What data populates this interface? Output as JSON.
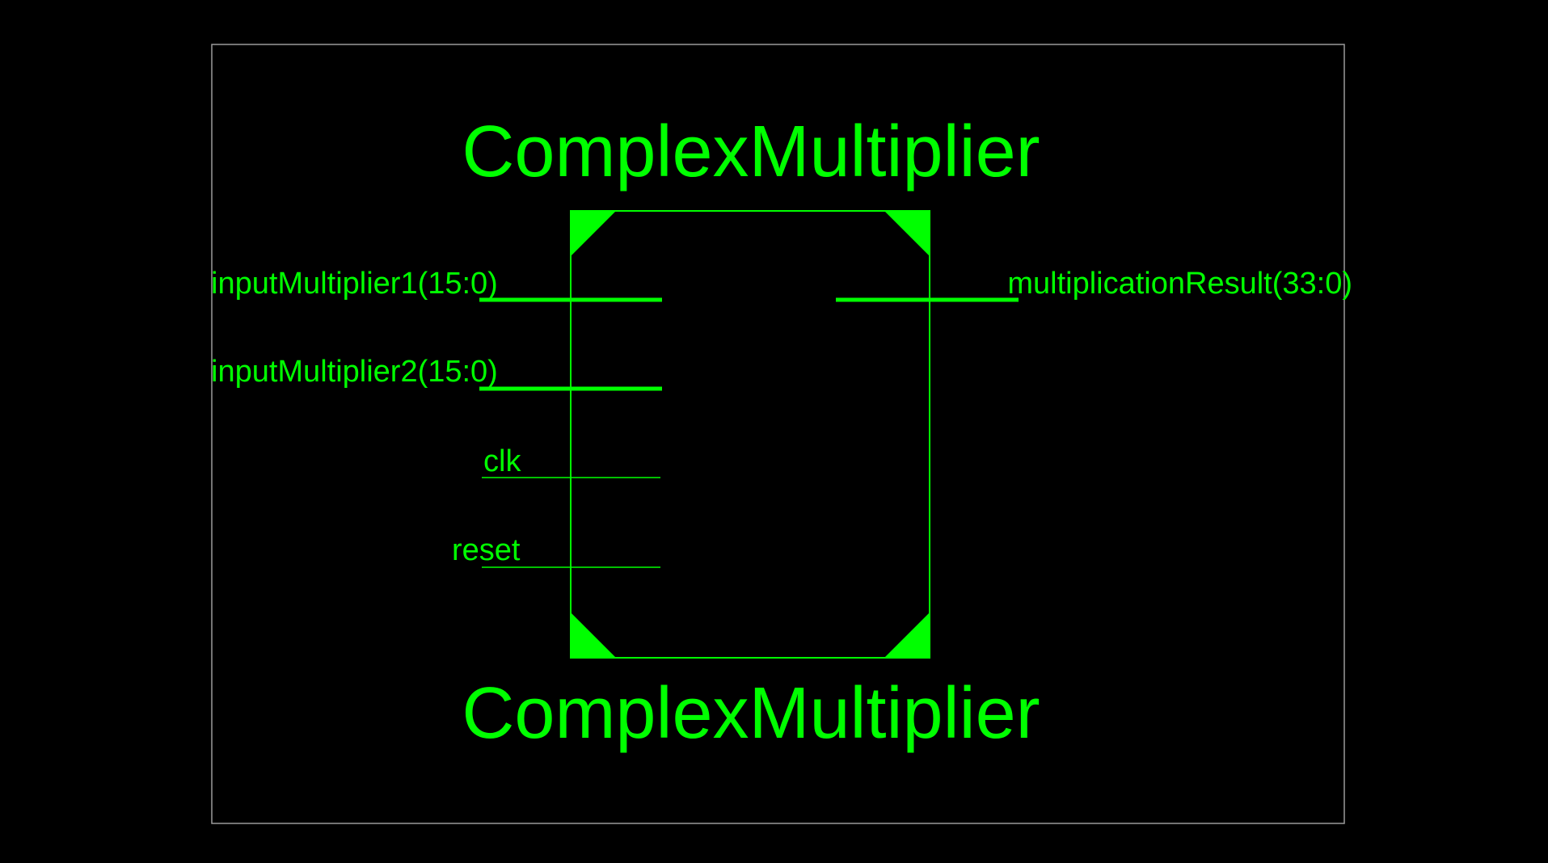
{
  "symbol": {
    "title_top": "ComplexMultiplier",
    "title_bottom": "ComplexMultiplier"
  },
  "ports": {
    "inputs": [
      {
        "name": "inputMultiplier1(15:0)",
        "bus": true
      },
      {
        "name": "inputMultiplier2(15:0)",
        "bus": true
      },
      {
        "name": "clk",
        "bus": false
      },
      {
        "name": "reset",
        "bus": false
      }
    ],
    "outputs": [
      {
        "name": "multiplicationResult(33:0)",
        "bus": true
      }
    ]
  },
  "colors": {
    "background": "#000000",
    "frame": "#9a9a9a",
    "symbol": "#00ff00"
  }
}
